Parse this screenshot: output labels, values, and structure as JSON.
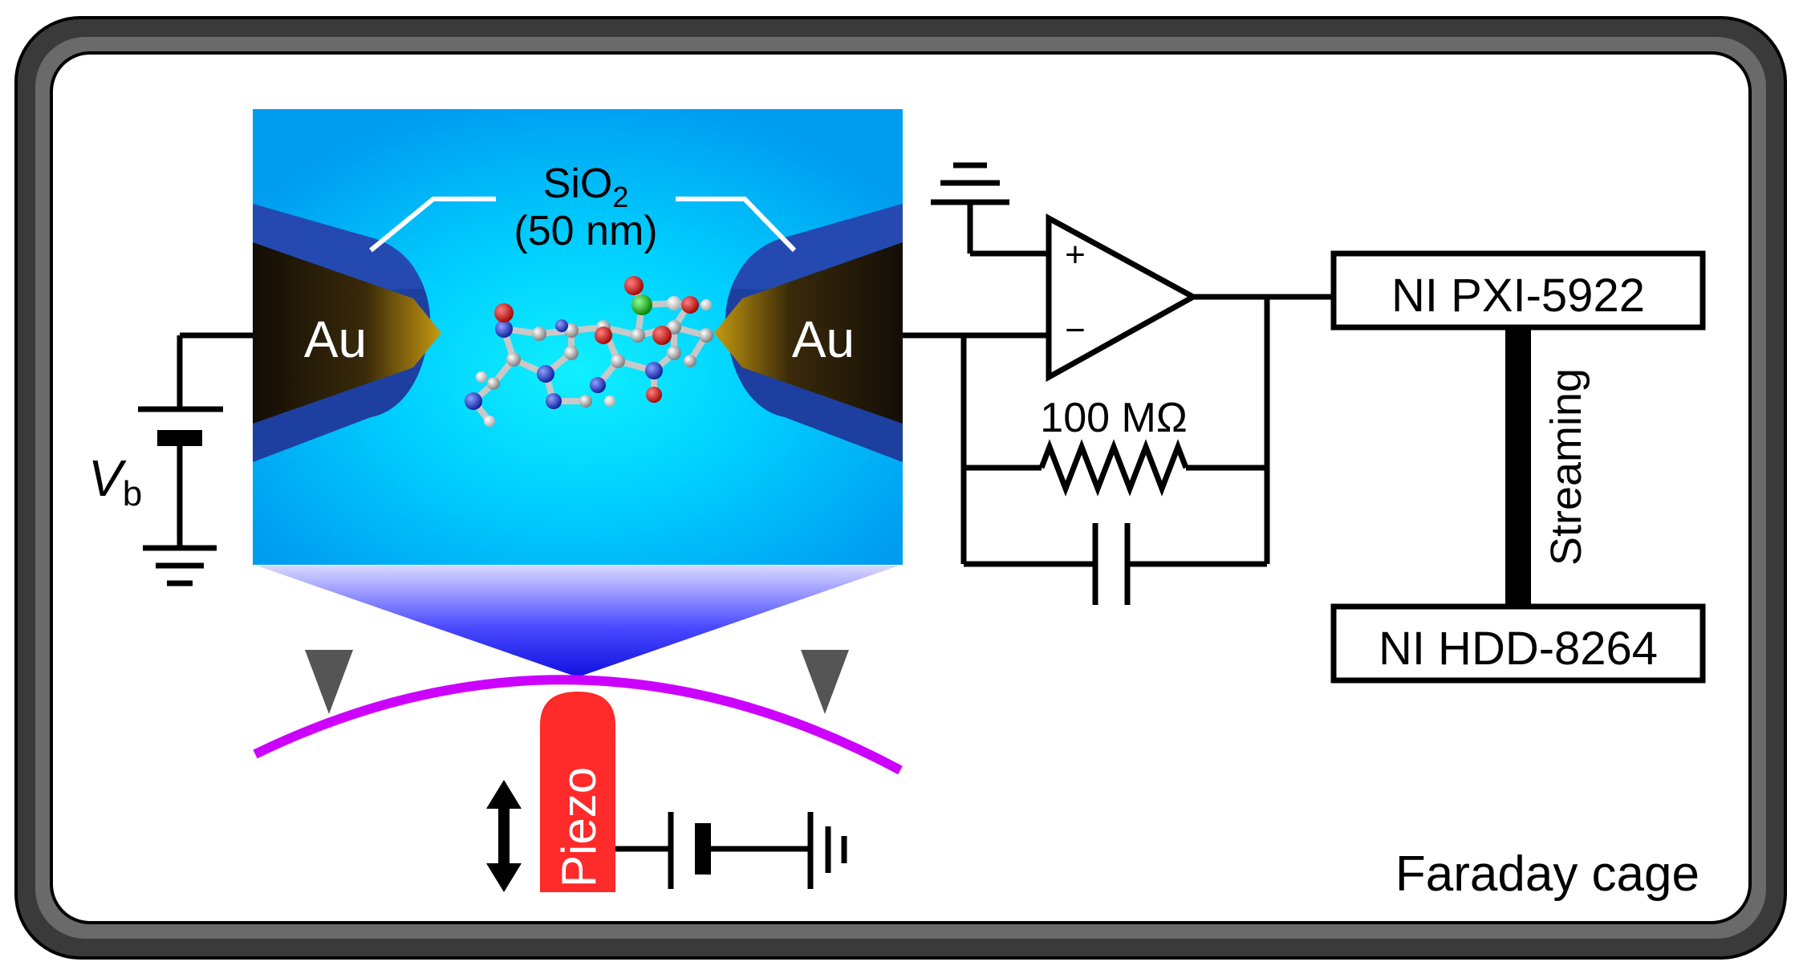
{
  "cage": {
    "label": "Faraday cage"
  },
  "junction": {
    "electrode_left": "Au",
    "electrode_right": "Au",
    "oxide_formula": "SiO",
    "oxide_subscript": "2",
    "oxide_thickness": "(50 nm)"
  },
  "bias": {
    "symbol": "V",
    "subscript": "b"
  },
  "piezo": {
    "label": "Piezo"
  },
  "amplifier": {
    "plus": "+",
    "minus": "−",
    "feedback_resistor": "100 MΩ"
  },
  "digitizer": {
    "label": "NI PXI-5922"
  },
  "storage": {
    "label": "NI HDD-8264"
  },
  "stream": {
    "label": "Streaming"
  },
  "colors": {
    "cage_frame": "#3a3a3a",
    "junction_bg_top": "#00aaff",
    "junction_bg_center": "#00e8ff",
    "electrode_gold": "#b8860b",
    "electrode_dark": "#1a1408",
    "oxide_blue": "#1a3e9e",
    "bending_beam": "#cc00ff",
    "piezo_red": "#ff2a2a",
    "support_gray": "#555555"
  }
}
